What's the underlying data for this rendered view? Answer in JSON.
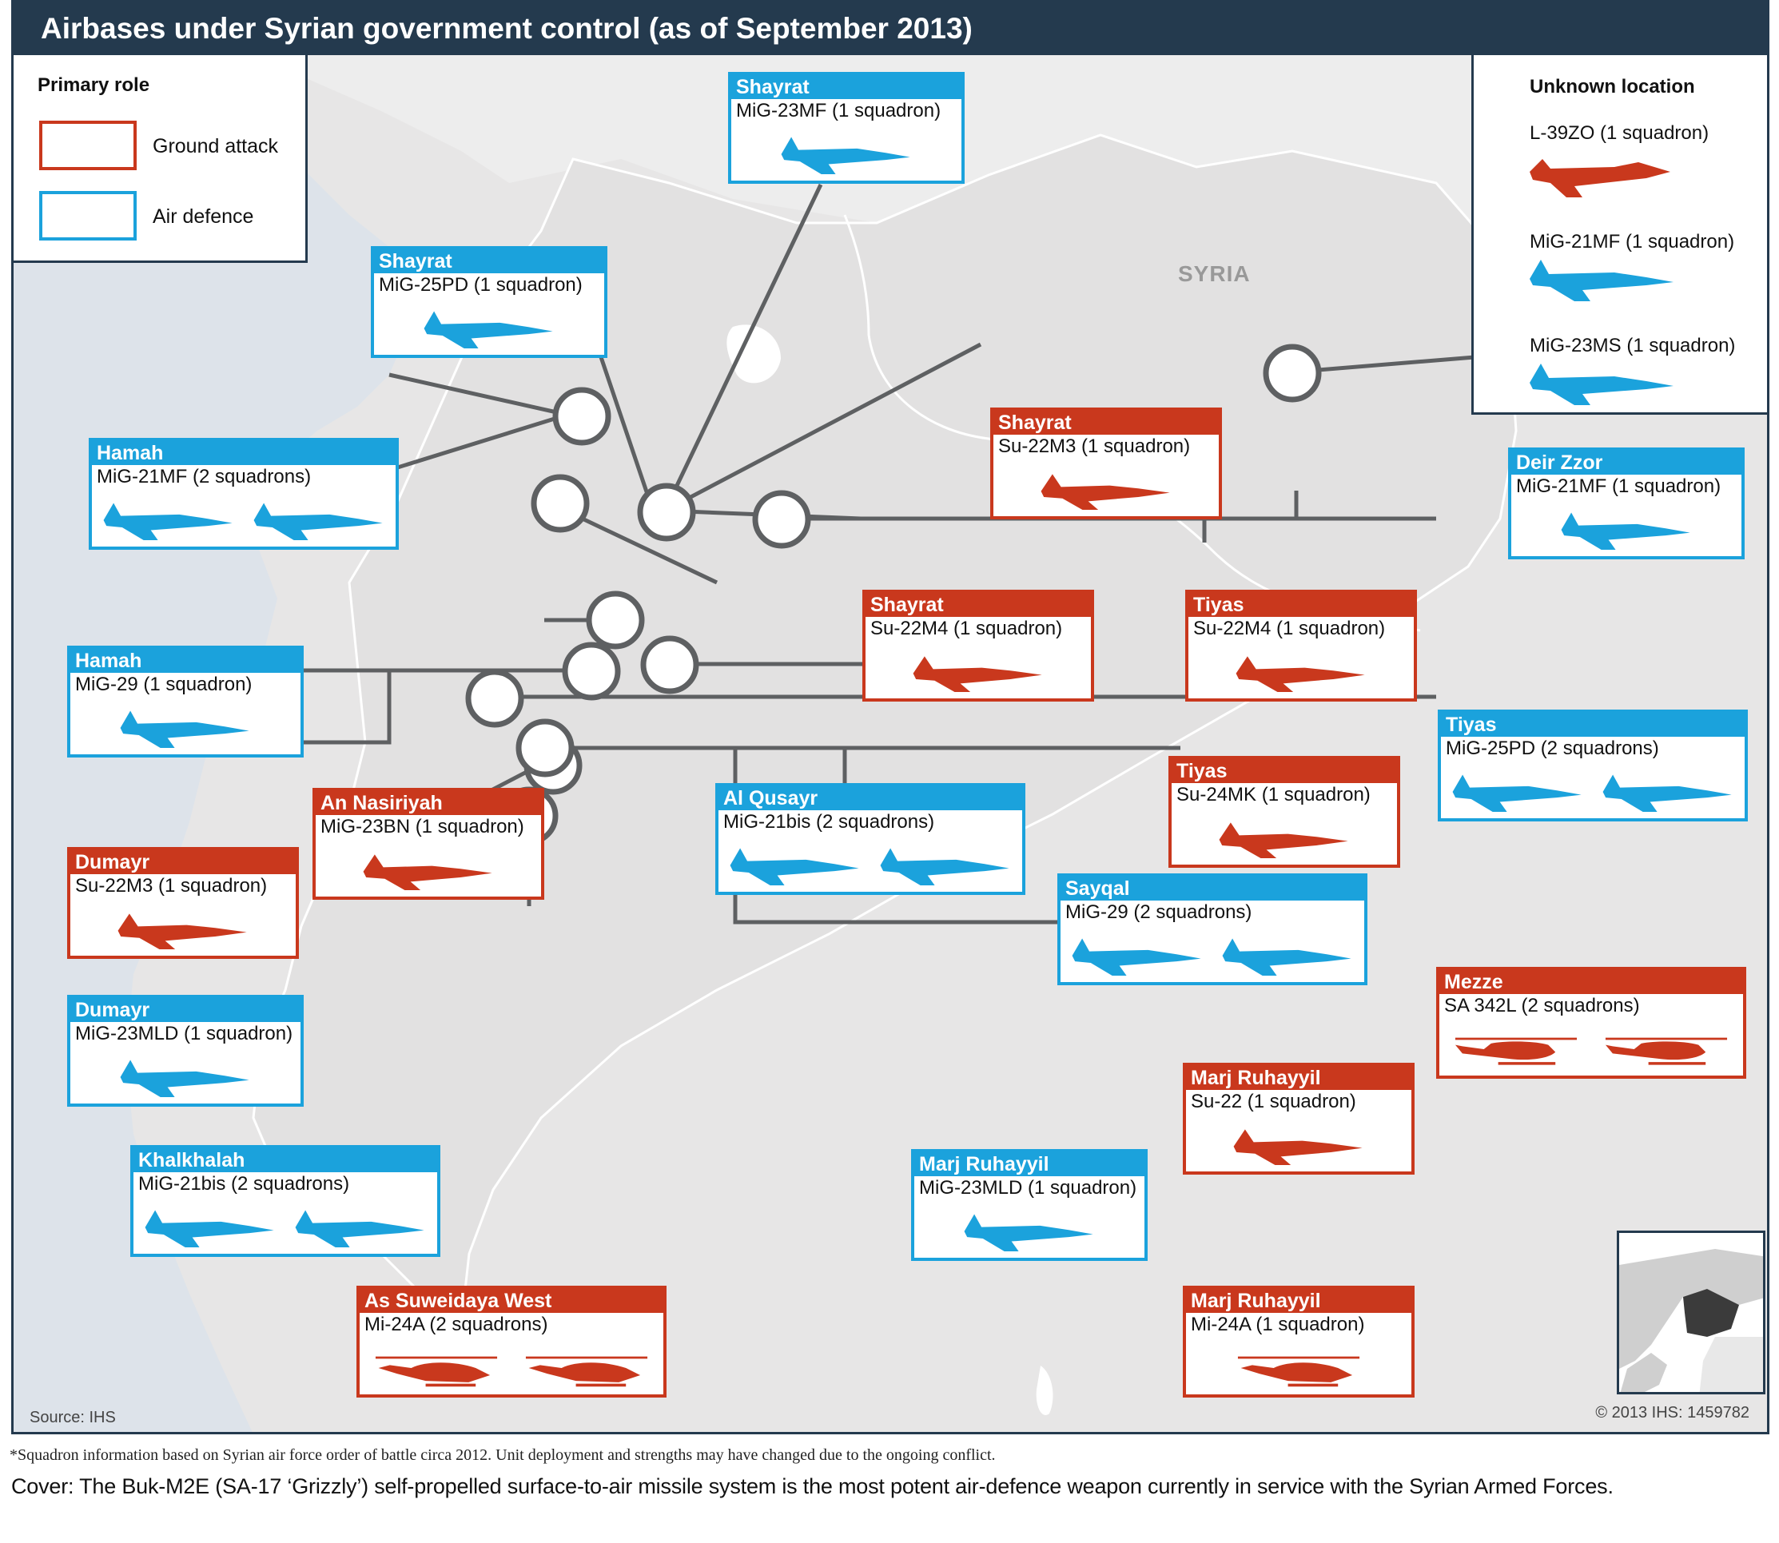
{
  "title": "Airbases under Syrian government control (as of September 2013)",
  "legend": {
    "title": "Primary role",
    "items": [
      {
        "label": "Ground attack",
        "color": "#c9381d"
      },
      {
        "label": "Air defence",
        "color": "#1ba2dc"
      }
    ]
  },
  "unknown_location": {
    "title": "Unknown location",
    "entries": [
      {
        "label": "L-39ZO (1 squadron)",
        "role": "ground-attack",
        "icon": "trainer-jet-icon"
      },
      {
        "label": "MiG-21MF (1 squadron)",
        "role": "air-defence",
        "icon": "fighter-jet-icon"
      },
      {
        "label": "MiG-23MS (1 squadron)",
        "role": "air-defence",
        "icon": "fighter-jet-icon"
      }
    ]
  },
  "country_label": "SYRIA",
  "airbases": [
    {
      "id": "shayrat-mig23mf",
      "base": "Shayrat",
      "unit": "MiG-23MF (1 squadron)",
      "role": "air-defence",
      "icon": "fighter-jet-icon",
      "icon_count": 1
    },
    {
      "id": "shayrat-mig25pd",
      "base": "Shayrat",
      "unit": "MiG-25PD (1 squadron)",
      "role": "air-defence",
      "icon": "fighter-jet-icon",
      "icon_count": 1
    },
    {
      "id": "shayrat-su22m3",
      "base": "Shayrat",
      "unit": "Su-22M3 (1 squadron)",
      "role": "ground-attack",
      "icon": "attack-jet-icon",
      "icon_count": 1
    },
    {
      "id": "shayrat-su22m4",
      "base": "Shayrat",
      "unit": "Su-22M4 (1 squadron)",
      "role": "ground-attack",
      "icon": "attack-jet-icon",
      "icon_count": 1
    },
    {
      "id": "hamah-mig21mf",
      "base": "Hamah",
      "unit": "MiG-21MF (2 squadrons)",
      "role": "air-defence",
      "icon": "fighter-jet-icon",
      "icon_count": 2
    },
    {
      "id": "hamah-mig29",
      "base": "Hamah",
      "unit": "MiG-29 (1 squadron)",
      "role": "air-defence",
      "icon": "fighter-jet-icon",
      "icon_count": 1
    },
    {
      "id": "deirzzor-mig21mf",
      "base": "Deir Zzor",
      "unit": "MiG-21MF (1 squadron)",
      "role": "air-defence",
      "icon": "fighter-jet-icon",
      "icon_count": 1
    },
    {
      "id": "tiyas-su22m4",
      "base": "Tiyas",
      "unit": "Su-22M4 (1 squadron)",
      "role": "ground-attack",
      "icon": "attack-jet-icon",
      "icon_count": 1
    },
    {
      "id": "tiyas-mig25pd",
      "base": "Tiyas",
      "unit": "MiG-25PD (2 squadrons)",
      "role": "air-defence",
      "icon": "fighter-jet-icon",
      "icon_count": 2
    },
    {
      "id": "tiyas-su24mk",
      "base": "Tiyas",
      "unit": "Su-24MK (1 squadron)",
      "role": "ground-attack",
      "icon": "attack-jet-icon",
      "icon_count": 1
    },
    {
      "id": "alqusayr-mig21bis",
      "base": "Al Qusayr",
      "unit": "MiG-21bis (2 squadrons)",
      "role": "air-defence",
      "icon": "fighter-jet-icon",
      "icon_count": 2
    },
    {
      "id": "annasiriyah-mig23bn",
      "base": "An Nasiriyah",
      "unit": "MiG-23BN (1 squadron)",
      "role": "ground-attack",
      "icon": "attack-jet-icon",
      "icon_count": 1
    },
    {
      "id": "dumayr-su22m3",
      "base": "Dumayr",
      "unit": "Su-22M3 (1 squadron)",
      "role": "ground-attack",
      "icon": "attack-jet-icon",
      "icon_count": 1
    },
    {
      "id": "dumayr-mig23mld",
      "base": "Dumayr",
      "unit": "MiG-23MLD (1 squadron)",
      "role": "air-defence",
      "icon": "fighter-jet-icon",
      "icon_count": 1
    },
    {
      "id": "sayqal-mig29",
      "base": "Sayqal",
      "unit": "MiG-29 (2 squadrons)",
      "role": "air-defence",
      "icon": "fighter-jet-icon",
      "icon_count": 2
    },
    {
      "id": "mezze-sa342l",
      "base": "Mezze",
      "unit": "SA 342L (2 squadrons)",
      "role": "ground-attack",
      "icon": "helicopter-icon",
      "icon_count": 2
    },
    {
      "id": "marjruhayyil-su22",
      "base": "Marj Ruhayyil",
      "unit": "Su-22 (1 squadron)",
      "role": "ground-attack",
      "icon": "attack-jet-icon",
      "icon_count": 1
    },
    {
      "id": "marjruhayyil-mig23mld",
      "base": "Marj Ruhayyil",
      "unit": "MiG-23MLD (1 squadron)",
      "role": "air-defence",
      "icon": "fighter-jet-icon",
      "icon_count": 1
    },
    {
      "id": "khalkhalah-mig21bis",
      "base": "Khalkhalah",
      "unit": "MiG-21bis (2 squadrons)",
      "role": "air-defence",
      "icon": "fighter-jet-icon",
      "icon_count": 2
    },
    {
      "id": "assuweidaya-mi24a",
      "base": "As Suweidaya West",
      "unit": "Mi-24A (2 squadrons)",
      "role": "ground-attack",
      "icon": "attack-helicopter-icon",
      "icon_count": 2
    },
    {
      "id": "marjruhayyil-mi24a",
      "base": "Marj Ruhayyil",
      "unit": "Mi-24A (1 squadron)",
      "role": "ground-attack",
      "icon": "attack-helicopter-icon",
      "icon_count": 1
    }
  ],
  "source": "Source: IHS",
  "copyright": "© 2013 IHS: 1459782",
  "footnote": "*Squadron information based on Syrian air force order of battle circa 2012. Unit deployment and strengths may have changed due to the ongoing conflict.",
  "cover_caption": "Cover: The Buk-M2E (SA-17 ‘Grizzly’) self-propelled surface-to-air missile system is the most potent air-defence weapon currently in service with the Syrian Armed Forces.",
  "colors": {
    "title_bar": "#243a4e",
    "air_defence": "#1ba2dc",
    "ground_attack": "#c9381d",
    "sea": "#dde3ea",
    "land": "#e7e6e6",
    "connector": "#5e6062"
  }
}
